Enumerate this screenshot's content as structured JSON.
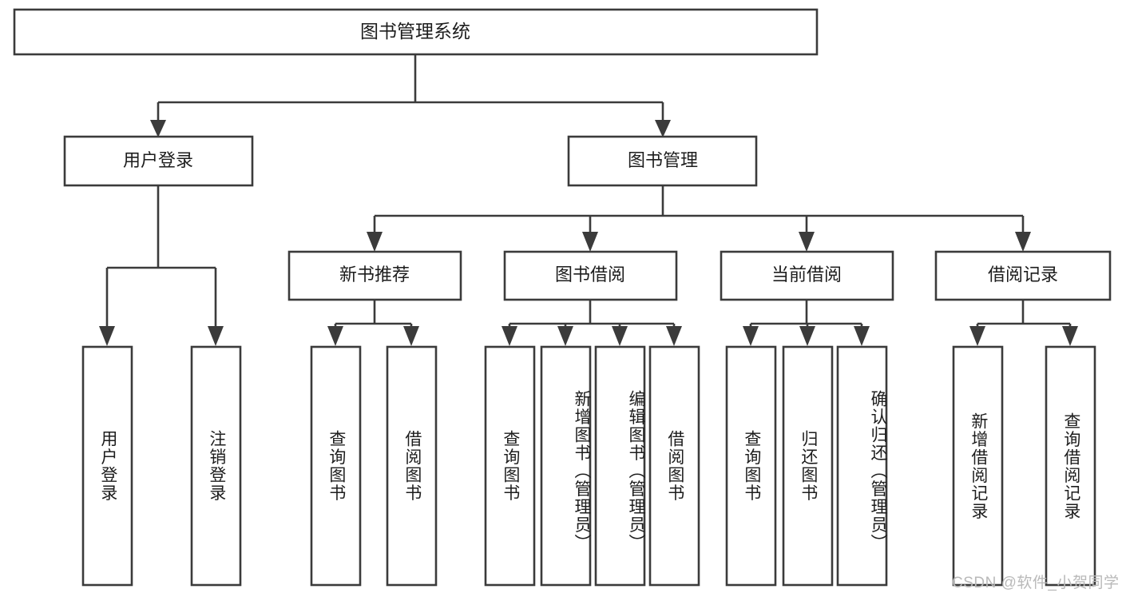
{
  "diagram": {
    "type": "tree",
    "title": "图书管理系统",
    "orientation": "top-down",
    "edge_style": "orthogonal-arrow",
    "colors": {
      "node_fill": "#ffffff",
      "node_stroke": "#3b3b3b",
      "text": "#1d1d1d",
      "background": "#ffffff",
      "watermark": "#b9b9b9"
    },
    "root": {
      "label": "图书管理系统"
    },
    "level2": [
      {
        "label": "用户登录"
      },
      {
        "label": "图书管理"
      }
    ],
    "level3": [
      {
        "label": "新书推荐"
      },
      {
        "label": "图书借阅"
      },
      {
        "label": "当前借阅"
      },
      {
        "label": "借阅记录"
      }
    ],
    "leaves": {
      "user_login": [
        {
          "label": "用户登录"
        },
        {
          "label": "注销登录"
        }
      ],
      "new_book_recommend": [
        {
          "label": "查询图书"
        },
        {
          "label": "借阅图书"
        }
      ],
      "book_borrow": [
        {
          "label": "查询图书"
        },
        {
          "label": "新增图书（管理员）"
        },
        {
          "label": "编辑图书（管理员）"
        },
        {
          "label": "借阅图书"
        }
      ],
      "current_borrow": [
        {
          "label": "查询图书"
        },
        {
          "label": "归还图书"
        },
        {
          "label": "确认归还（管理员）"
        }
      ],
      "borrow_record": [
        {
          "label": "新增借阅记录"
        },
        {
          "label": "查询借阅记录"
        }
      ]
    },
    "watermark": "CSDN @软件_小贺同学"
  }
}
